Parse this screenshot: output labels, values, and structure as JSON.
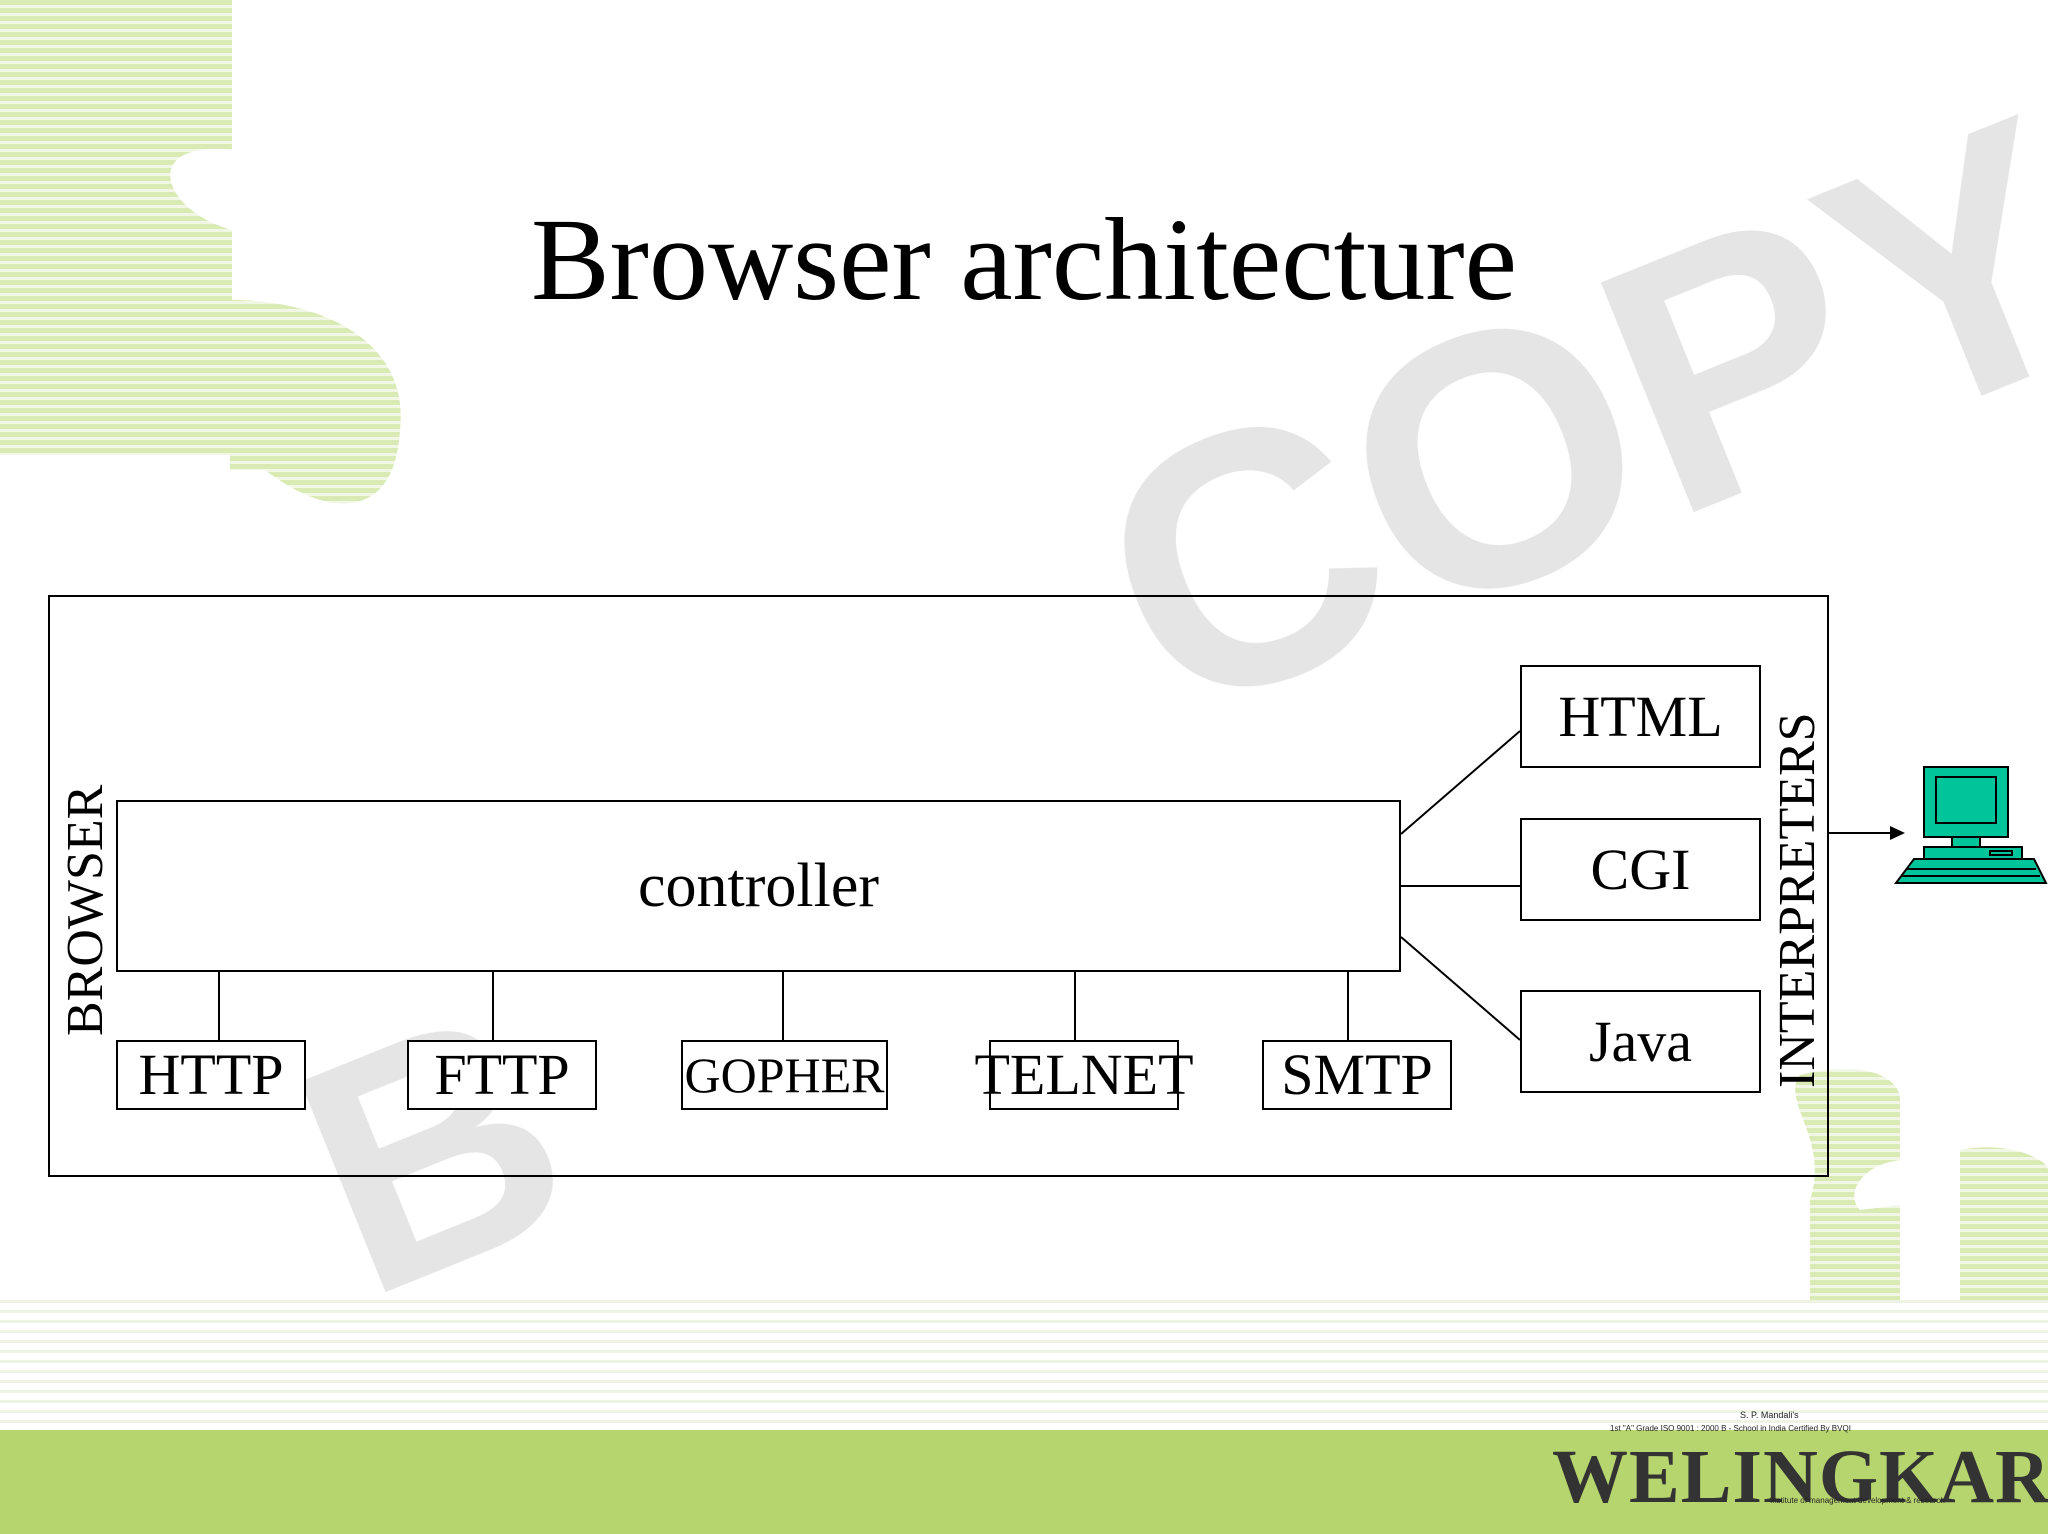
{
  "slide": {
    "title": "Browser architecture"
  },
  "diagram": {
    "container_label": "BROWSER",
    "interpreters_label": "INTERPRETERS",
    "controller_label": "controller",
    "protocols": [
      "HTTP",
      "FTTP",
      "GOPHER",
      "TELNET",
      "SMTP"
    ],
    "interpreters": [
      "HTML",
      "CGI",
      "Java"
    ],
    "output_icon": "computer-icon"
  },
  "watermark": {
    "text": "COPY",
    "icon": "quote-mark-icon"
  },
  "logo": {
    "line1": "S. P. Mandali's",
    "line2": "1st \"A\" Grade ISO 9001 : 2000 B - School in India Certified By BVQI",
    "name": "WELINGKAR",
    "line3": "Institute of management development & research"
  },
  "colors": {
    "accent_green": "#b7d56e",
    "pale_green": "#dcebbd",
    "computer_teal": "#00c49a",
    "watermark_gray": "#dddddd"
  }
}
